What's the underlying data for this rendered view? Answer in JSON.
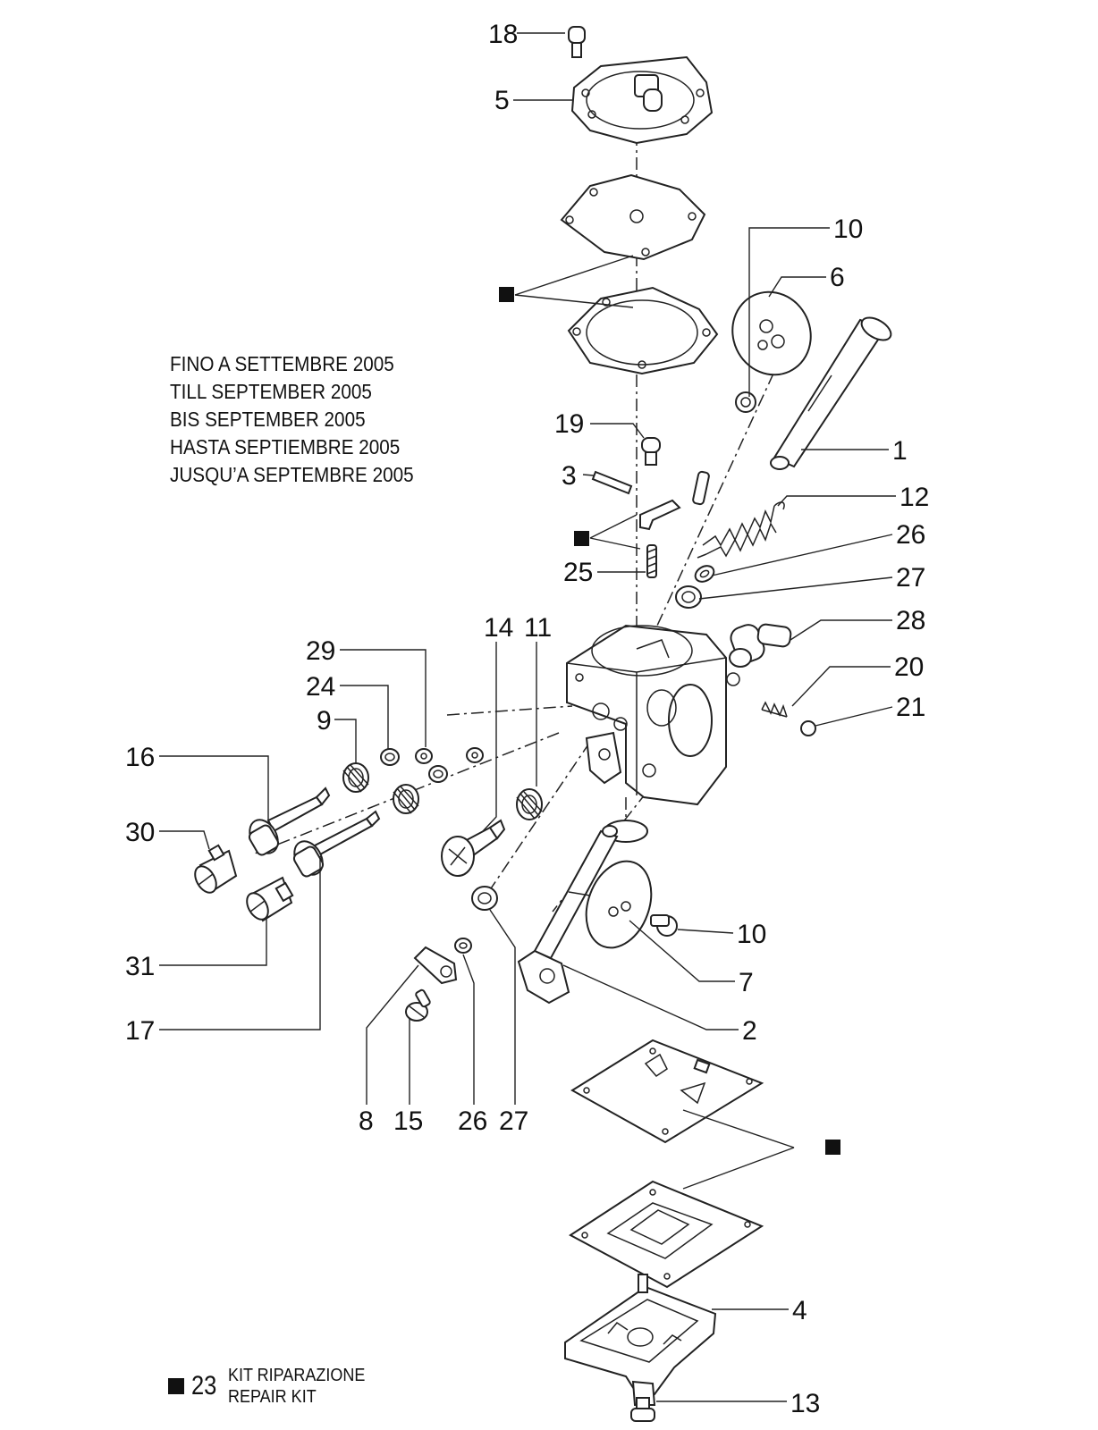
{
  "notes": [
    "FINO A SETTEMBRE 2005",
    "TILL SEPTEMBER 2005",
    "BIS SEPTEMBER 2005",
    "HASTA SEPTIEMBRE 2005",
    "JUSQU’A SEPTEMBRE 2005"
  ],
  "kit": {
    "number": "23",
    "line1": "KIT RIPARAZIONE",
    "line2": "REPAIR KIT",
    "marker_icon": "black-square-icon"
  },
  "callouts": [
    {
      "id": "c18",
      "text": "18"
    },
    {
      "id": "c5",
      "text": "5"
    },
    {
      "id": "c10a",
      "text": "10"
    },
    {
      "id": "c6",
      "text": "6"
    },
    {
      "id": "c19",
      "text": "19"
    },
    {
      "id": "c1",
      "text": "1"
    },
    {
      "id": "c3",
      "text": "3"
    },
    {
      "id": "c12",
      "text": "12"
    },
    {
      "id": "c26a",
      "text": "26"
    },
    {
      "id": "c25",
      "text": "25"
    },
    {
      "id": "c27a",
      "text": "27"
    },
    {
      "id": "c14",
      "text": "14"
    },
    {
      "id": "c11",
      "text": "11"
    },
    {
      "id": "c28",
      "text": "28"
    },
    {
      "id": "c29",
      "text": "29"
    },
    {
      "id": "c20",
      "text": "20"
    },
    {
      "id": "c24",
      "text": "24"
    },
    {
      "id": "c21",
      "text": "21"
    },
    {
      "id": "c9",
      "text": "9"
    },
    {
      "id": "c16",
      "text": "16"
    },
    {
      "id": "c30",
      "text": "30"
    },
    {
      "id": "c10b",
      "text": "10"
    },
    {
      "id": "c7",
      "text": "7"
    },
    {
      "id": "c31",
      "text": "31"
    },
    {
      "id": "c2",
      "text": "2"
    },
    {
      "id": "c17",
      "text": "17"
    },
    {
      "id": "c8",
      "text": "8"
    },
    {
      "id": "c15",
      "text": "15"
    },
    {
      "id": "c26b",
      "text": "26"
    },
    {
      "id": "c27b",
      "text": "27"
    },
    {
      "id": "c4",
      "text": "4"
    },
    {
      "id": "c13",
      "text": "13"
    }
  ]
}
